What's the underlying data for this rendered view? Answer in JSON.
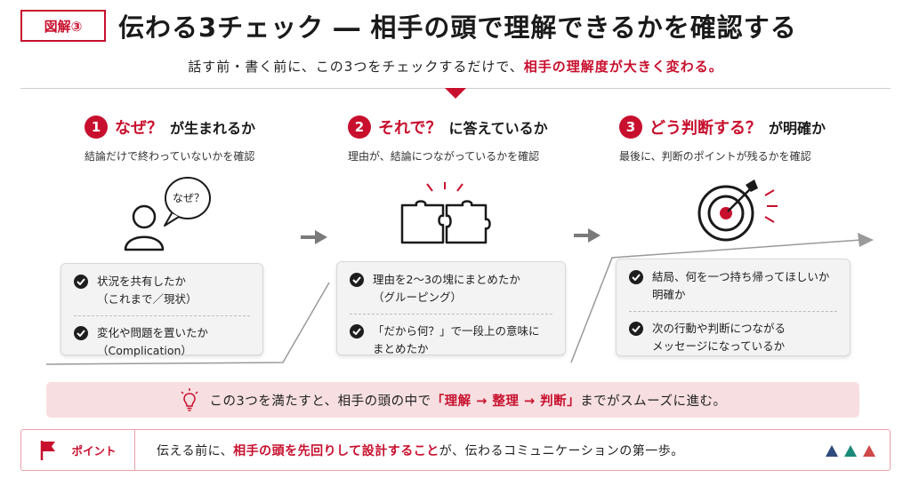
{
  "header": {
    "badge": "図解③",
    "title": "伝わる3チェック ― 相手の頭で理解できるかを確認する",
    "subtitle_pre": "話す前・書く前に、この3つをチェックするだけで、",
    "subtitle_hl": "相手の理解度が大きく変わる。"
  },
  "steps": [
    {
      "num": "1",
      "q_red": "なぜ？",
      "q_rest": "が生まれるか",
      "sub": "結論だけで終わっていないかを確認",
      "bubble": "なぜ？",
      "checks": [
        {
          "line1": "状況を共有したか",
          "line2": "（これまで／現状）"
        },
        {
          "line1": "変化や問題を置いたか",
          "line2": "（Complication）"
        }
      ]
    },
    {
      "num": "2",
      "q_red": "それで？",
      "q_rest": "に答えているか",
      "sub": "理由が、結論につながっているかを確認",
      "checks": [
        {
          "line1": "理由を2〜3の塊にまとめたか",
          "line2": "（グルーピング）"
        },
        {
          "line1": "「だから何？」で一段上の意味に",
          "line2": "まとめたか"
        }
      ]
    },
    {
      "num": "3",
      "q_red": "どう判断する？",
      "q_rest": "が明確か",
      "sub": "最後に、判断のポイントが残るかを確認",
      "checks": [
        {
          "line1": "結局、何を一つ持ち帰ってほしいか",
          "line2": "明確か"
        },
        {
          "line1": "次の行動や判断につながる",
          "line2": "メッセージになっているか"
        }
      ]
    }
  ],
  "banner": {
    "pre": "この3つを満たすと、相手の頭の中で",
    "hl": "「理解 → 整理 → 判断」",
    "post": "までがスムーズに進む。"
  },
  "point": {
    "label": "ポイント",
    "pre": "伝える前に、",
    "hl": "相手の頭を先回りして設計すること",
    "post": "が、伝わるコミュニケーションの第一歩。"
  },
  "colors": {
    "accent": "#c8102e",
    "triangles": [
      "#2f4a7d",
      "#1a8a7a",
      "#d04a4a"
    ]
  }
}
